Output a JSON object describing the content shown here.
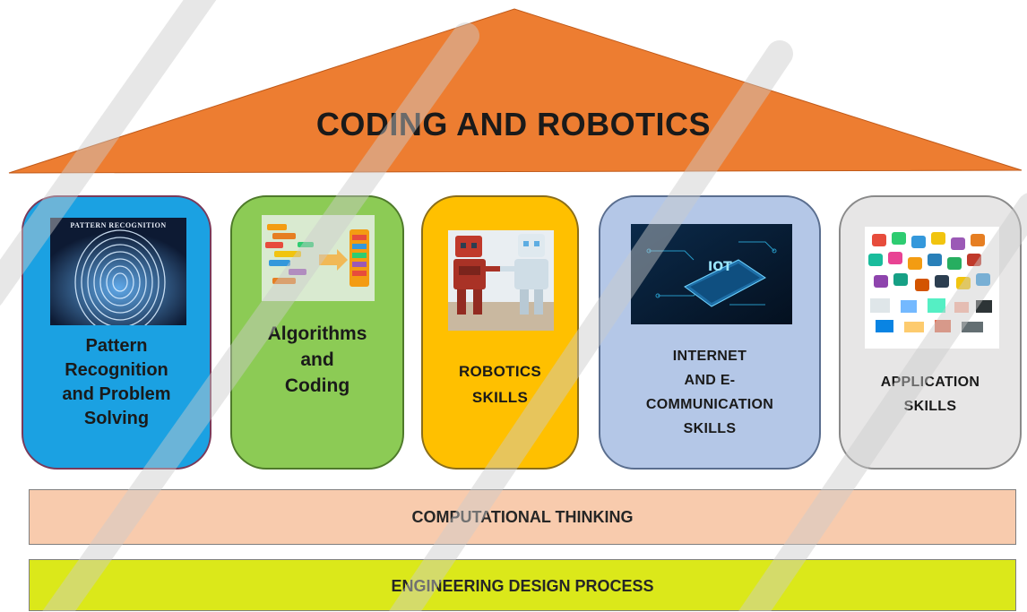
{
  "roof": {
    "title": "CODING AND ROBOTICS",
    "color": "#ed7d31"
  },
  "pillars": [
    {
      "label": "Pattern\nRecognition\nand Problem\nSolving",
      "color": "#1ba1e2",
      "image_caption": "PATTERN RECOGNITION",
      "image": "fingerprint-image"
    },
    {
      "label": "Algorithms\nand\nCoding",
      "color": "#8ccb55",
      "image": "code-blocks-image"
    },
    {
      "label": "ROBOTICS\nSKILLS",
      "color": "#ffc000",
      "image": "robots-handshake-image"
    },
    {
      "label": "INTERNET\nAND E-\nCOMMUNICATION\nSKILLS",
      "color": "#b4c7e7",
      "image": "iot-device-image"
    },
    {
      "label": "APPLICATION\nSKILLS",
      "color": "#e7e6e6",
      "image": "app-icons-image"
    }
  ],
  "bands": {
    "computational_thinking": "COMPUTATIONAL THINKING",
    "engineering_design_process": "ENGINEERING DESIGN PROCESS"
  }
}
